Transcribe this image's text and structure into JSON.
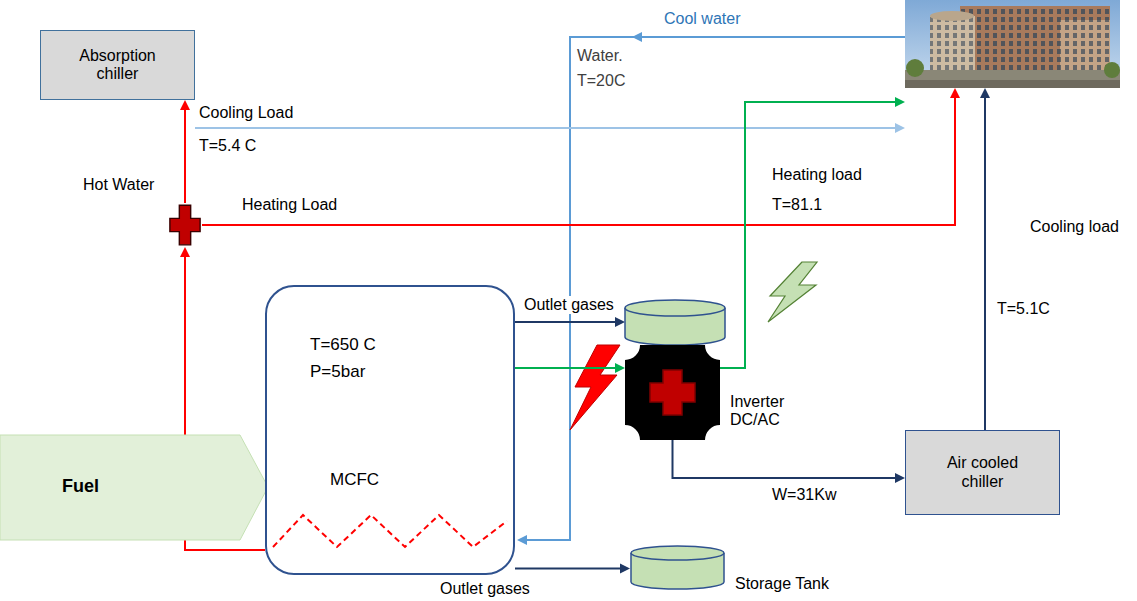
{
  "diagram": {
    "nodes": [
      {
        "text": [
          "Absorption chiller"
        ]
      },
      {
        "text": [
          "Hot Water"
        ]
      },
      {
        "text": [
          "Fuel"
        ]
      },
      {
        "text": [
          "T=650 C",
          "P=5bar",
          "MCFC"
        ]
      },
      {
        "text": [
          "Inverter DC/AC"
        ]
      },
      {
        "text": [
          "Air cooled chiller"
        ]
      },
      {
        "text": [
          "Storage Tank"
        ]
      }
    ],
    "edges": [
      {
        "from": 3,
        "to": 4,
        "arrow": "to"
      },
      {
        "from": 4,
        "to": 5,
        "label": "W=31Kw",
        "arrow": "to"
      },
      {
        "from": 3,
        "to": 6,
        "label": "Outlet gases",
        "arrow": "to"
      },
      {
        "from": 3,
        "to": 1,
        "arrow": "to"
      },
      {
        "from": 1,
        "to": 0,
        "arrow": "to"
      }
    ],
    "labels": [
      "Cool water",
      "Water.",
      "T=20C",
      "Cooling Load",
      "T=5.4 C",
      "Heating Load",
      "Heating load",
      "T=81.1",
      "Outlet gases",
      "Cooling load",
      "T=5.1C"
    ]
  }
}
